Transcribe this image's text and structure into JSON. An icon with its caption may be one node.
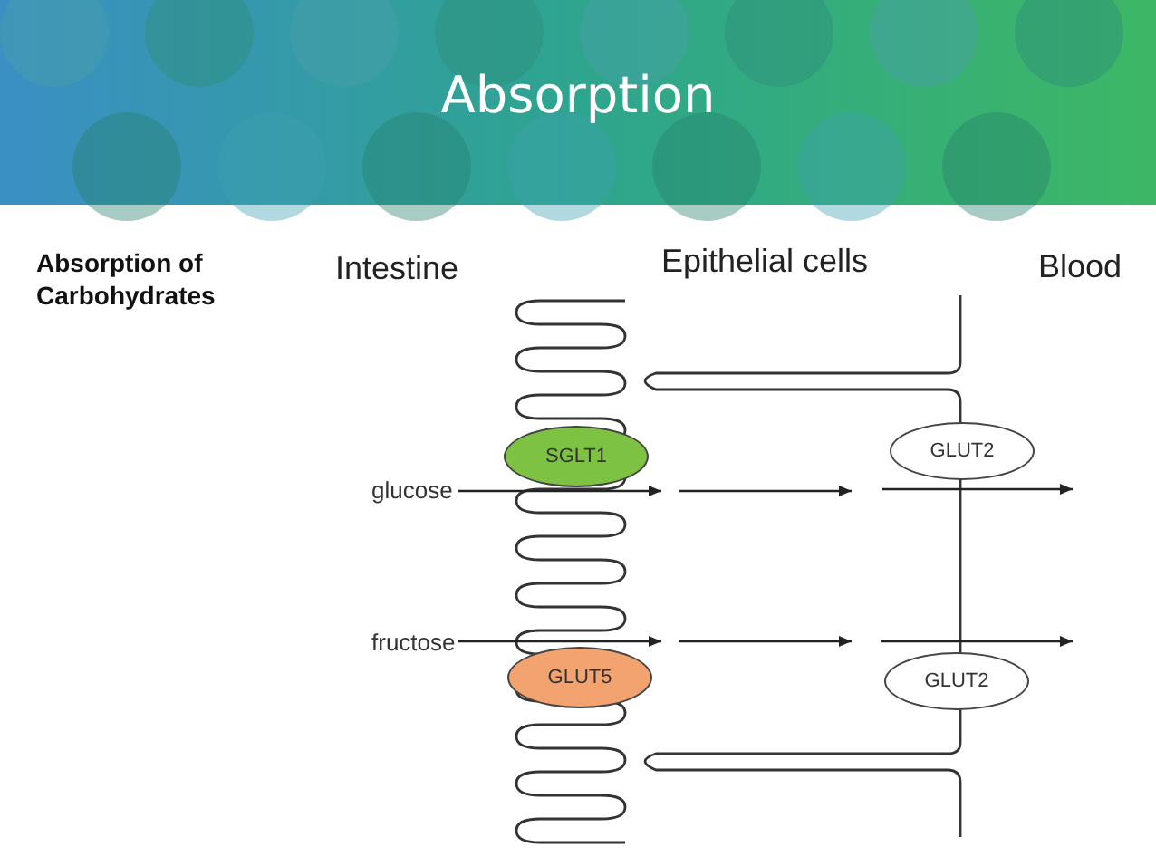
{
  "diagram": {
    "title": "Absorption",
    "nodes": [
      {
        "text": [
          "glucose"
        ]
      },
      {
        "text": [
          "SGLT1"
        ]
      },
      {
        "text": [
          "GLUT2"
        ]
      },
      {
        "text": [
          "fructose"
        ]
      },
      {
        "text": [
          "GLUT5"
        ]
      },
      {
        "text": [
          "GLUT2"
        ]
      }
    ],
    "edges": [
      {
        "from": 0,
        "to": 1,
        "arrow": "to"
      },
      {
        "from": 1,
        "to": 2,
        "arrow": "to"
      },
      {
        "from": 2,
        "to": null,
        "arrow": "to"
      },
      {
        "from": 3,
        "to": 4,
        "arrow": "to"
      },
      {
        "from": 4,
        "to": 5,
        "arrow": "to"
      },
      {
        "from": 5,
        "to": null,
        "arrow": "to"
      }
    ],
    "labels": [
      "Absorption of Carbohydrates",
      "Intestine",
      "Epithelial cells",
      "Blood"
    ]
  }
}
